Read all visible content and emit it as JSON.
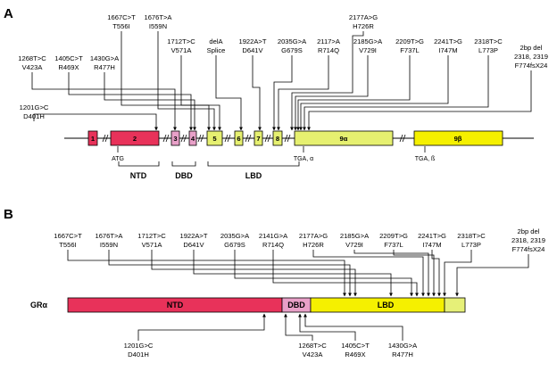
{
  "panels": {
    "a": "A",
    "b": "B"
  },
  "colors": {
    "pink": "#e8325a",
    "lightpink": "#e8a0c8",
    "yellow": "#e6f070",
    "brightyellow": "#f5f000",
    "lightyellow": "#e6f078"
  },
  "a": {
    "exons": [
      {
        "label": "1"
      },
      {
        "label": "2"
      },
      {
        "label": "3"
      },
      {
        "label": "4"
      },
      {
        "label": "5"
      },
      {
        "label": "6"
      },
      {
        "label": "7"
      },
      {
        "label": "8"
      },
      {
        "label": "9α"
      },
      {
        "label": "9β"
      }
    ],
    "markers": {
      "atg": "ATG",
      "tga_a": "TGA, α",
      "tga_b": "TGA, ß"
    },
    "domains": {
      "ntd": "NTD",
      "dbd": "DBD",
      "lbd": "LBD"
    },
    "mutations": [
      {
        "l1": "1201G>C",
        "l2": "D401H"
      },
      {
        "l1": "1268T>C",
        "l2": "V423A"
      },
      {
        "l1": "1405C>T",
        "l2": "R469X"
      },
      {
        "l1": "1430G>A",
        "l2": "R477H"
      },
      {
        "l1": "1667C>T",
        "l2": "T556I"
      },
      {
        "l1": "1676T>A",
        "l2": "I559N"
      },
      {
        "l1": "1712T>C",
        "l2": "V571A"
      },
      {
        "l1": "delA",
        "l2": "Splice"
      },
      {
        "l1": "1922A>T",
        "l2": "D641V"
      },
      {
        "l1": "2035G>A",
        "l2": "G679S"
      },
      {
        "l1": "2117>A",
        "l2": "R714Q"
      },
      {
        "l1": "2177A>G",
        "l2": "H726R"
      },
      {
        "l1": "2185G>A",
        "l2": "V729I"
      },
      {
        "l1": "2209T>G",
        "l2": "F737L"
      },
      {
        "l1": "2241T>G",
        "l2": "I747M"
      },
      {
        "l1": "2318T>C",
        "l2": "L773P"
      },
      {
        "l1": "2bp del",
        "l2": "2318, 2319",
        "l3": "F774fsX24"
      }
    ]
  },
  "b": {
    "protein_label": "GRα",
    "domains": {
      "ntd": "NTD",
      "dbd": "DBD",
      "lbd": "LBD"
    },
    "mutations_top": [
      {
        "l1": "1667C>T",
        "l2": "T556I"
      },
      {
        "l1": "1676T>A",
        "l2": "I559N"
      },
      {
        "l1": "1712T>C",
        "l2": "V571A"
      },
      {
        "l1": "1922A>T",
        "l2": "D641V"
      },
      {
        "l1": "2035G>A",
        "l2": "G679S"
      },
      {
        "l1": "2141G>A",
        "l2": "R714Q"
      },
      {
        "l1": "2177A>G",
        "l2": "H726R"
      },
      {
        "l1": "2185G>A",
        "l2": "V729I"
      },
      {
        "l1": "2209T>G",
        "l2": "F737L"
      },
      {
        "l1": "2241T>G",
        "l2": "I747M"
      },
      {
        "l1": "2318T>C",
        "l2": "L773P"
      },
      {
        "l1": "2bp del",
        "l2": "2318, 2319",
        "l3": "F774fsX24"
      }
    ],
    "mutations_bottom": [
      {
        "l1": "1201G>C",
        "l2": "D401H"
      },
      {
        "l1": "1268T>C",
        "l2": "V423A"
      },
      {
        "l1": "1405C>T",
        "l2": "R469X"
      },
      {
        "l1": "1430G>A",
        "l2": "R477H"
      }
    ]
  }
}
